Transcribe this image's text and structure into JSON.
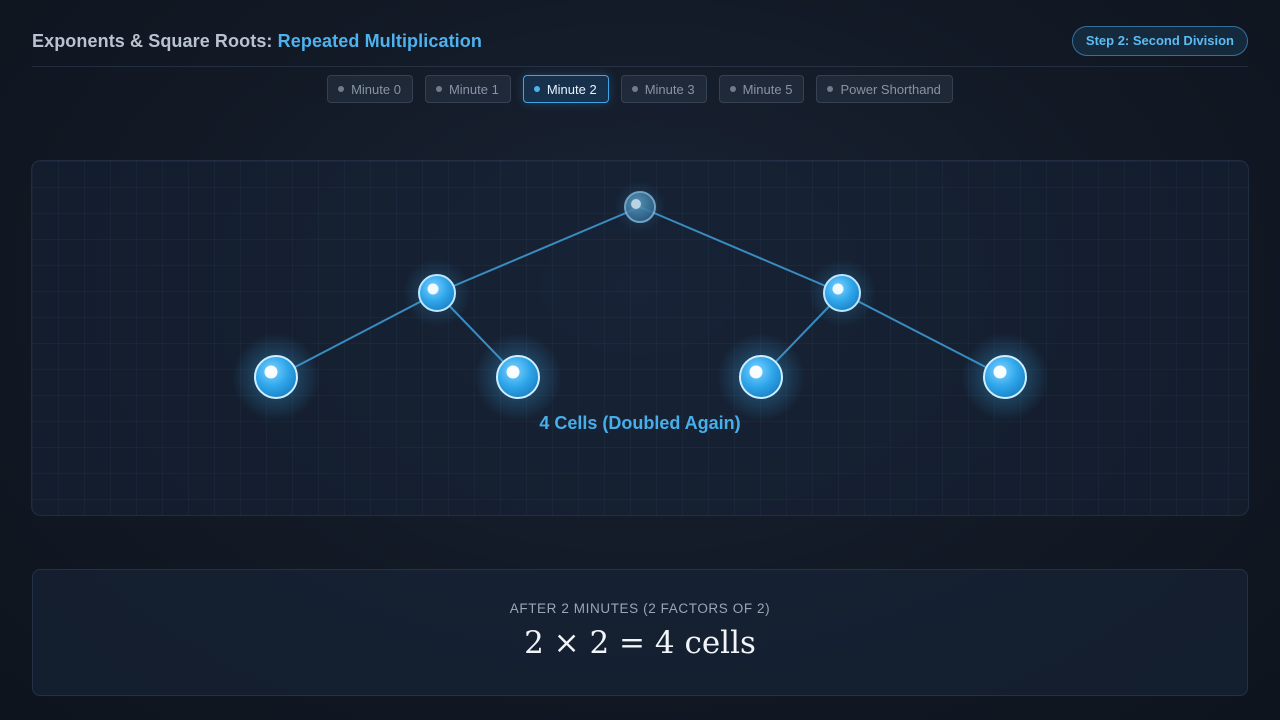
{
  "header": {
    "title_prefix": "Exponents & Square Roots:",
    "title_accent": "Repeated Multiplication",
    "step_badge": "Step 2: Second Division"
  },
  "tabs": [
    {
      "label": "Minute 0",
      "active": false
    },
    {
      "label": "Minute 1",
      "active": false
    },
    {
      "label": "Minute 2",
      "active": true
    },
    {
      "label": "Minute 3",
      "active": false
    },
    {
      "label": "Minute 5",
      "active": false
    },
    {
      "label": "Power Shorthand",
      "active": false
    }
  ],
  "diagram": {
    "caption": "4 Cells (Doubled Again)",
    "accent_color": "#4db2ee",
    "levels": [
      1,
      2,
      4
    ]
  },
  "equation": {
    "label": "AFTER 2 MINUTES (2 FACTORS OF 2)",
    "formula": "2 × 2 = 4 cells"
  }
}
